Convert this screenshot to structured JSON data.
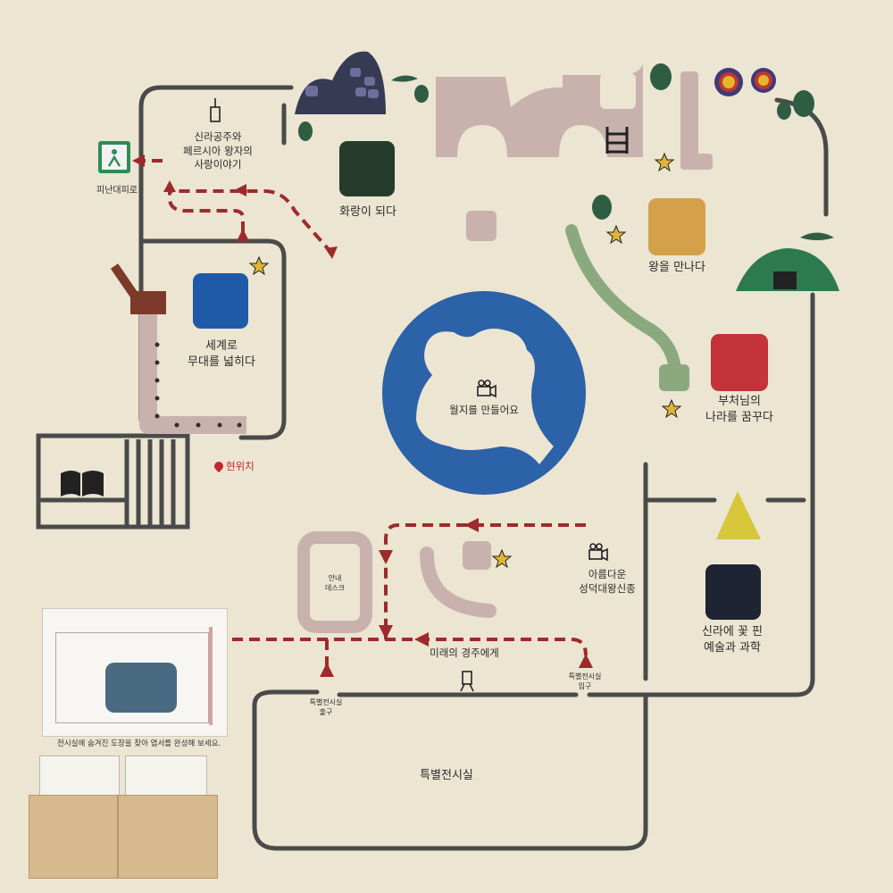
{
  "labels": {
    "silla_persia": "신라공주와\n페르시아 왕자의\n사랑이야기",
    "hwarang": "화랑이 되다",
    "king": "왕을 만나다",
    "world": "세계로\n무대를 넓히다",
    "wolji": "월지를 만들어요",
    "buddha": "부처님의\n나라를 꿈꾸다",
    "bell": "아름다운\n성덕대왕신종",
    "science": "신라에 꽃 핀\n예술과 과학",
    "future": "미래의 경주에게",
    "info_desk": "안내\n데스크",
    "special_hall": "특별전시실",
    "special_entrance": "특별전시실\n입구",
    "special_exit": "특별전시실\n출구",
    "emergency_exit": "피난대피로",
    "current_location": "현위치"
  },
  "poster": {
    "caption": "전시실에 숨겨진 도장을 찾아 엽서를 완성해 보세요."
  },
  "colors": {
    "wall": "#ebe5d2",
    "route": "#9e2a2b",
    "map_line": "#4a4a4a",
    "pond": "#2b62a8",
    "path_pink": "#c9b2ad",
    "tree": "#2f5d44",
    "exit_green": "#2e8b57"
  },
  "icons": [
    "camera-icon",
    "book-icon",
    "star-icon",
    "exit-sign-icon",
    "location-pin-icon"
  ]
}
